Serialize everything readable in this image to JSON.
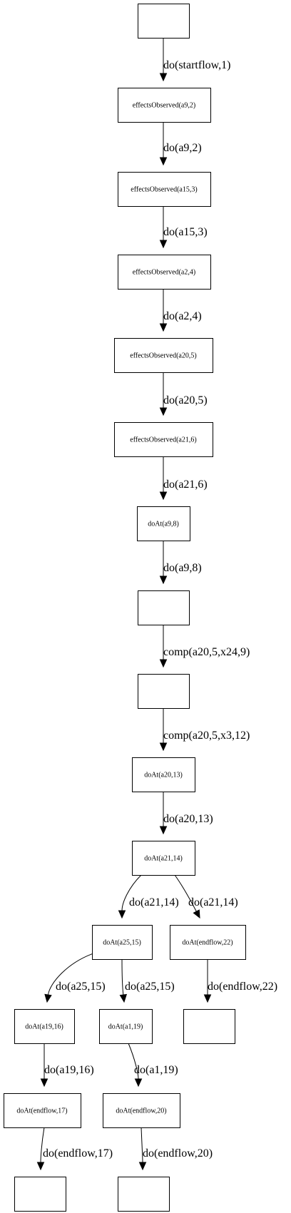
{
  "nodes": [
    {
      "id": "n0",
      "label": ""
    },
    {
      "id": "n1",
      "label": "effectsObserved(a9,2)"
    },
    {
      "id": "n2",
      "label": "effectsObserved(a15,3)"
    },
    {
      "id": "n3",
      "label": "effectsObserved(a2,4)"
    },
    {
      "id": "n4",
      "label": "effectsObserved(a20,5)"
    },
    {
      "id": "n5",
      "label": "effectsObserved(a21,6)"
    },
    {
      "id": "n6",
      "label": "doAt(a9,8)"
    },
    {
      "id": "n7",
      "label": ""
    },
    {
      "id": "n8",
      "label": ""
    },
    {
      "id": "n9",
      "label": "doAt(a20,13)"
    },
    {
      "id": "n10",
      "label": "doAt(a21,14)"
    },
    {
      "id": "n11",
      "label": "doAt(a25,15)"
    },
    {
      "id": "n12",
      "label": "doAt(endflow,22)"
    },
    {
      "id": "n13",
      "label": "doAt(a19,16)"
    },
    {
      "id": "n14",
      "label": "doAt(a1,19)"
    },
    {
      "id": "n15",
      "label": ""
    },
    {
      "id": "n16",
      "label": "doAt(endflow,17)"
    },
    {
      "id": "n17",
      "label": "doAt(endflow,20)"
    },
    {
      "id": "n18",
      "label": ""
    },
    {
      "id": "n19",
      "label": ""
    }
  ],
  "edges": [
    {
      "from": "n0",
      "to": "n1",
      "label": "do(startflow,1)"
    },
    {
      "from": "n1",
      "to": "n2",
      "label": "do(a9,2)"
    },
    {
      "from": "n2",
      "to": "n3",
      "label": "do(a15,3)"
    },
    {
      "from": "n3",
      "to": "n4",
      "label": "do(a2,4)"
    },
    {
      "from": "n4",
      "to": "n5",
      "label": "do(a20,5)"
    },
    {
      "from": "n5",
      "to": "n6",
      "label": "do(a21,6)"
    },
    {
      "from": "n6",
      "to": "n7",
      "label": "do(a9,8)"
    },
    {
      "from": "n7",
      "to": "n8",
      "label": "comp(a20,5,x24,9)"
    },
    {
      "from": "n8",
      "to": "n9",
      "label": "comp(a20,5,x3,12)"
    },
    {
      "from": "n9",
      "to": "n10",
      "label": "do(a20,13)"
    },
    {
      "from": "n10",
      "to": "n11",
      "label": "do(a21,14)"
    },
    {
      "from": "n10",
      "to": "n12",
      "label": "do(a21,14)"
    },
    {
      "from": "n11",
      "to": "n13",
      "label": "do(a25,15)"
    },
    {
      "from": "n11",
      "to": "n14",
      "label": "do(a25,15)"
    },
    {
      "from": "n12",
      "to": "n15",
      "label": "do(endflow,22)"
    },
    {
      "from": "n13",
      "to": "n16",
      "label": "do(a19,16)"
    },
    {
      "from": "n14",
      "to": "n17",
      "label": "do(a1,19)"
    },
    {
      "from": "n16",
      "to": "n18",
      "label": "do(endflow,17)"
    },
    {
      "from": "n17",
      "to": "n19",
      "label": "do(endflow,20)"
    }
  ]
}
